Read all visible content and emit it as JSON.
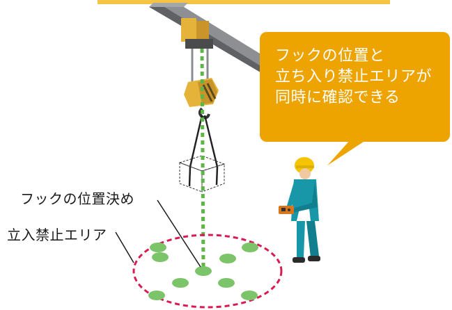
{
  "callout": {
    "lines": [
      "フックの位置と",
      "立ち入り禁止エリアが",
      "同時に確認できる"
    ]
  },
  "labels": {
    "hook_positioning": "フックの位置決め",
    "restricted_area": "立入禁止エリア"
  },
  "colors": {
    "callout_fill": "#eda300",
    "top_bar": "#f6c445",
    "beam": "#77797c",
    "hook_block": "#e6b33a",
    "laser_line": "#5cb648",
    "ground_spots": "#7cc46a",
    "zone_boundary": "#d81b52",
    "worker_suit": "#1797a8",
    "helmet": "#f5c400"
  },
  "icons": [
    "overhead-crane-icon",
    "hook-block-icon",
    "load-box-icon",
    "worker-icon",
    "remote-controller-icon"
  ]
}
